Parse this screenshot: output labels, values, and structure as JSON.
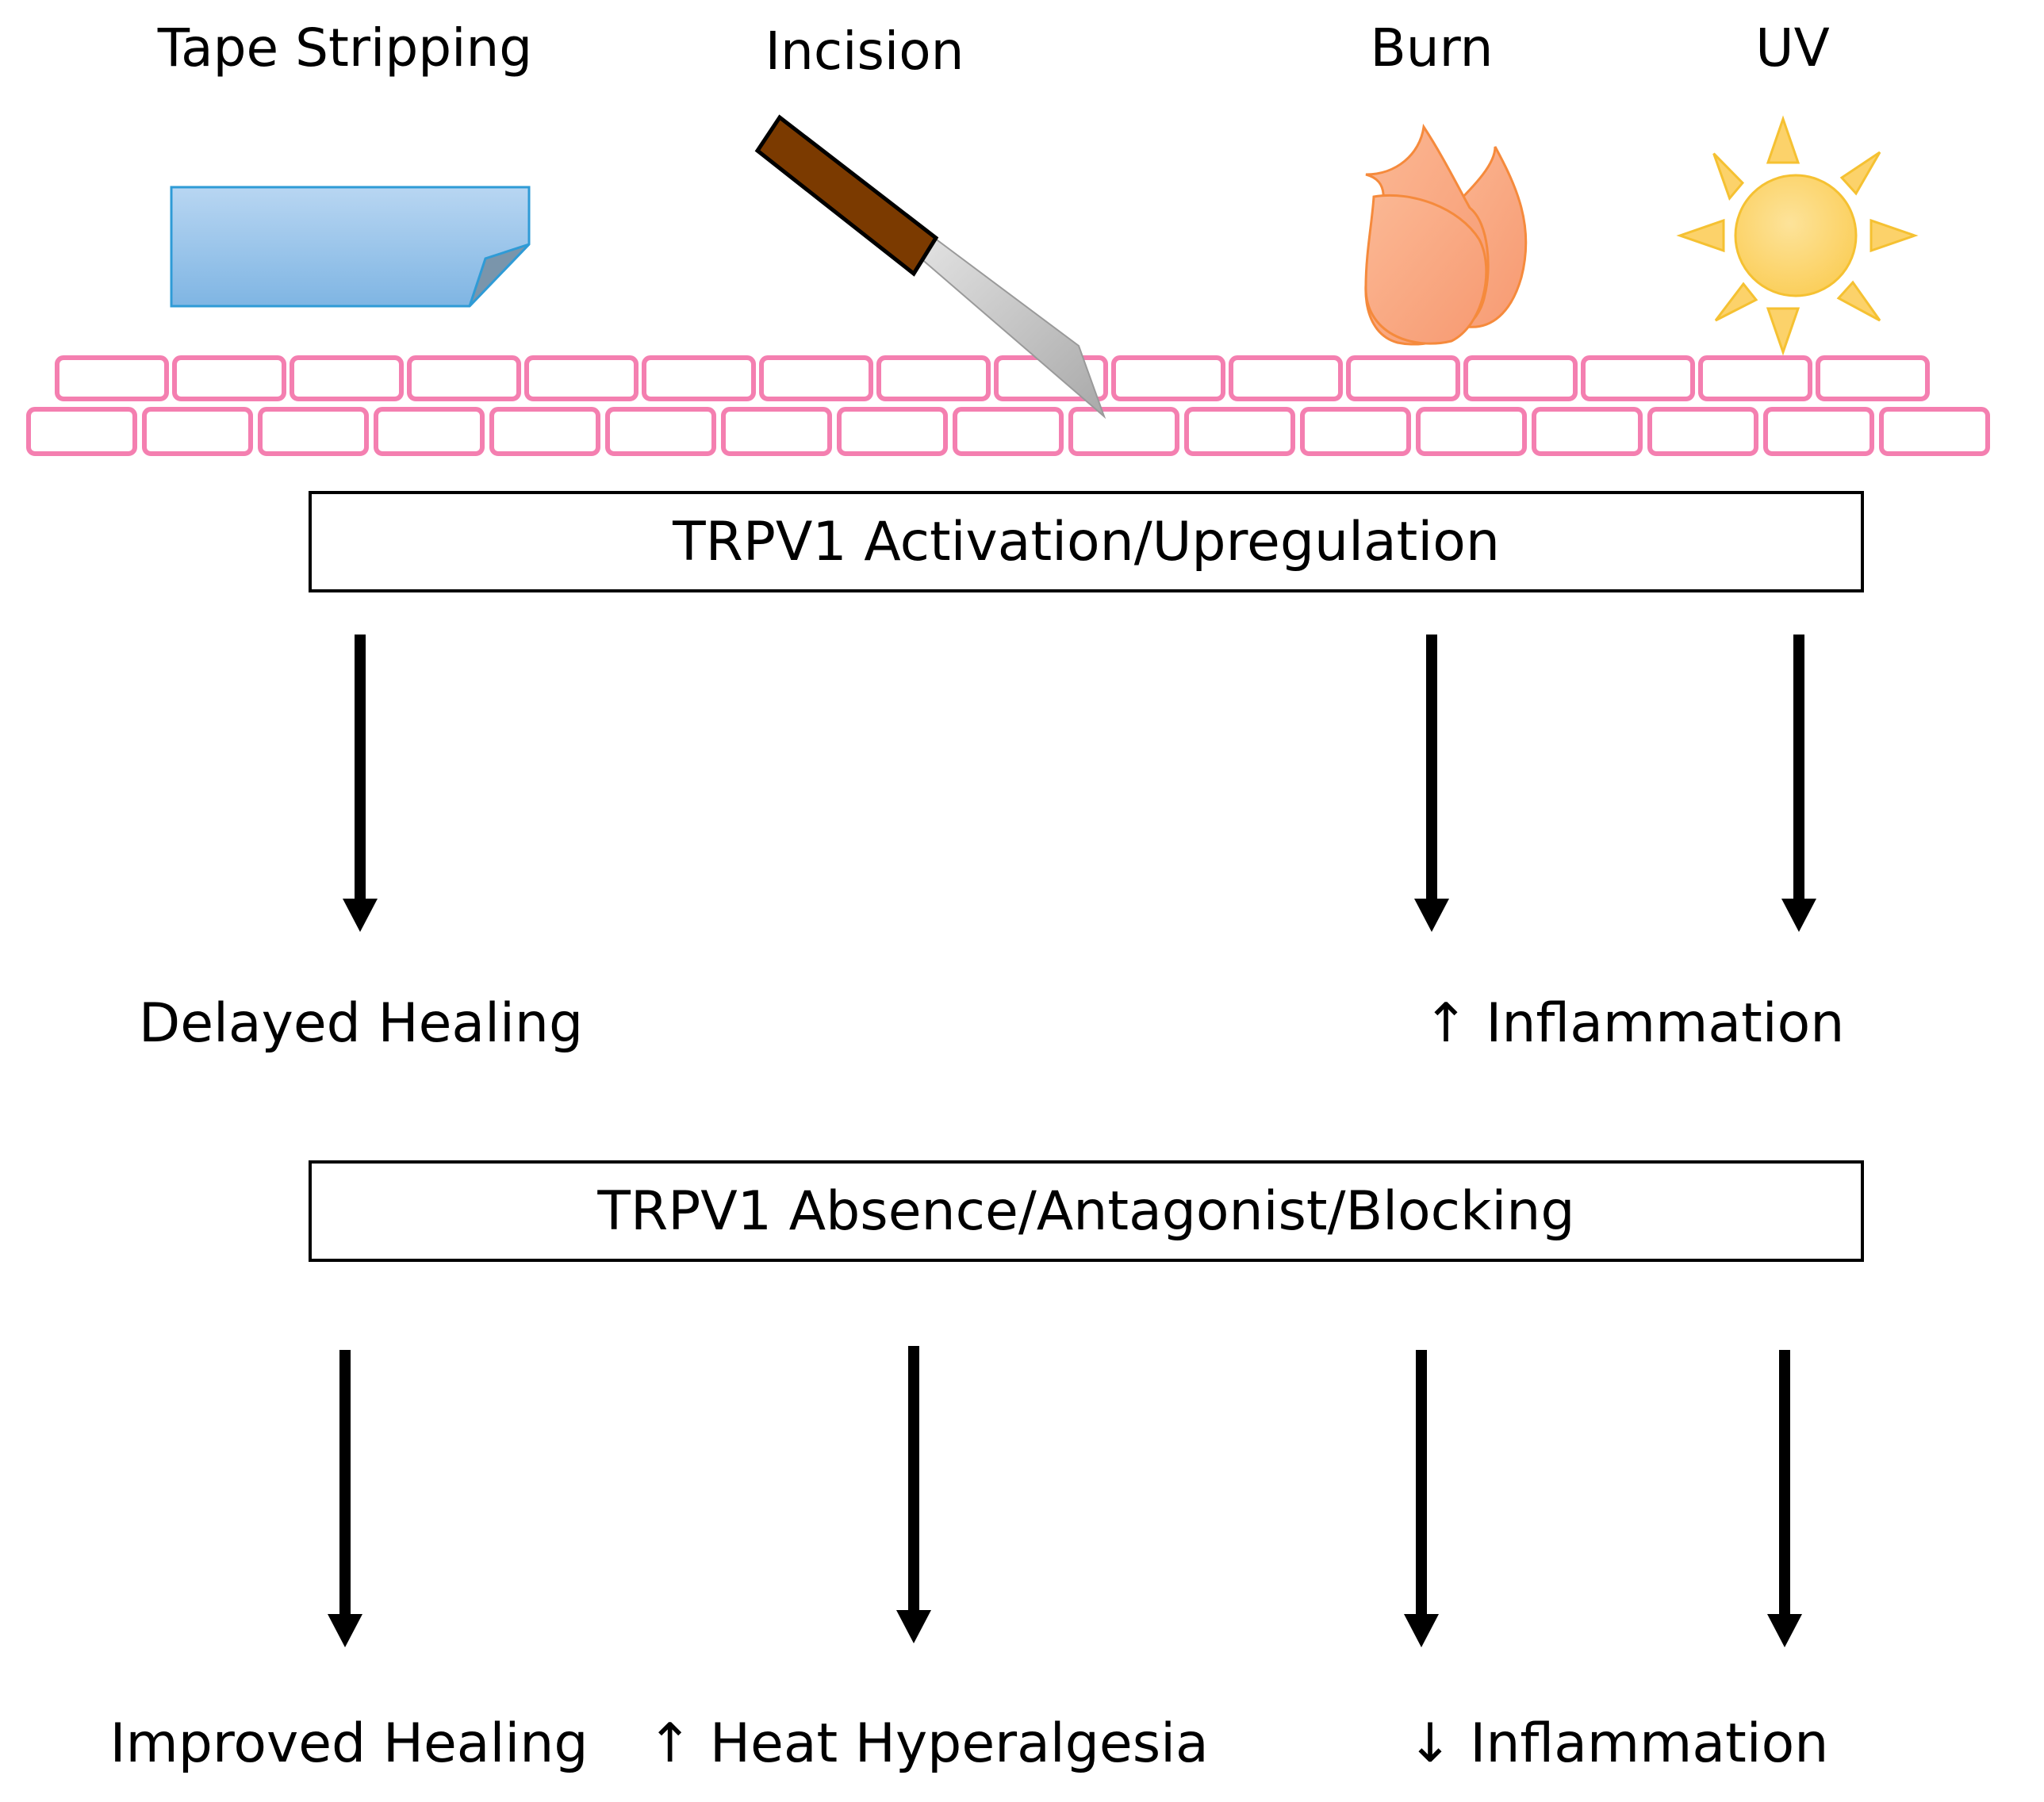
{
  "stimuli": {
    "tape": "Tape Stripping",
    "incision": "Incision",
    "burn": "Burn",
    "uv": "UV"
  },
  "boxes": {
    "activation": "TRPV1 Activation/Upregulation",
    "blocking": "TRPV1 Absence/Antagonist/Blocking"
  },
  "activation_outcomes": {
    "tape": "Delayed Healing",
    "burn_uv": "↑ Inflammation"
  },
  "blocking_outcomes": {
    "tape": "Improved Healing",
    "incision": "↑ Heat Hyperalgesia",
    "burn_uv": "↓ Inflammation"
  },
  "colors": {
    "skin_cell_stroke": "#f47fb0",
    "tape_fill": "#9cc6ec",
    "tape_stroke": "#2f9bd6",
    "knife_handle": "#7b3a00",
    "blade": "#c8c8c8",
    "flame_fill": "#f9a27a",
    "flame_stroke": "#f58a3c",
    "sun_fill": "#fcd26a",
    "sun_stroke": "#f5c132",
    "arrow": "#000000"
  },
  "icons": [
    "tape-icon",
    "knife-icon",
    "flame-icon",
    "sun-icon",
    "skin-layer"
  ]
}
